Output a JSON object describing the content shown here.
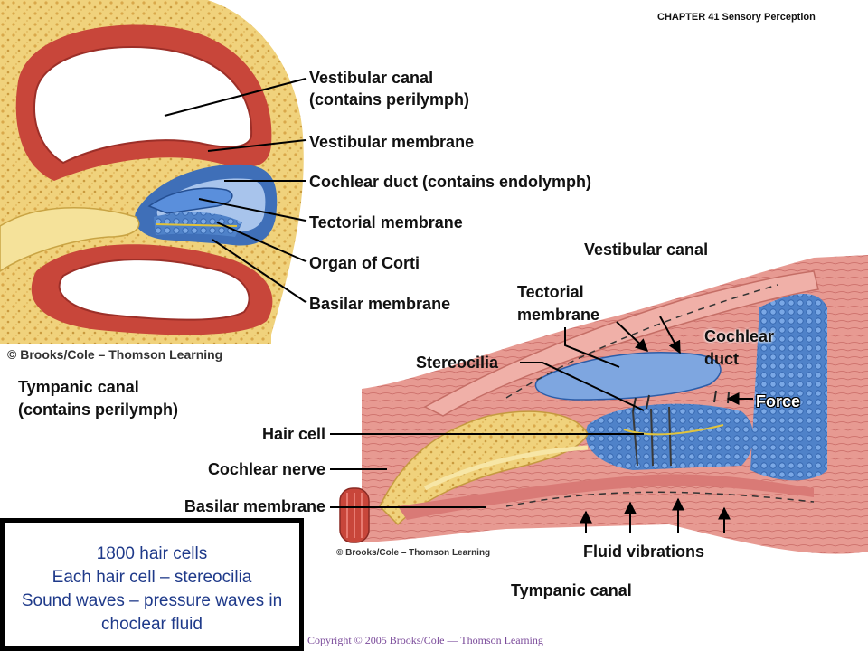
{
  "header": {
    "chapter": "CHAPTER 41 Sensory Perception"
  },
  "left_figure": {
    "labels": {
      "vestibular_canal_1": "Vestibular canal",
      "vestibular_canal_2": "(contains perilymph)",
      "vestibular_membrane": "Vestibular membrane",
      "cochlear_duct": "Cochlear duct (contains endolymph)",
      "tectorial_membrane": "Tectorial membrane",
      "organ_of_corti": "Organ of Corti",
      "basilar_membrane": "Basilar membrane",
      "tympanic_canal_1": "Tympanic canal",
      "tympanic_canal_2": "(contains perilymph)"
    },
    "credit": "© Brooks/Cole – Thomson Learning"
  },
  "right_figure": {
    "labels": {
      "vestibular_canal": "Vestibular canal",
      "tectorial_membrane_1": "Tectorial",
      "tectorial_membrane_2": "membrane",
      "cochlear_duct_1": "Cochlear",
      "cochlear_duct_2": "duct",
      "stereocilia": "Stereocilia",
      "force": "Force",
      "hair_cell": "Hair cell",
      "cochlear_nerve": "Cochlear nerve",
      "basilar_membrane": "Basilar membrane",
      "fluid_vibrations": "Fluid vibrations",
      "tympanic_canal": "Tympanic canal"
    },
    "credit": "© Brooks/Cole – Thomson Learning"
  },
  "note_box": {
    "lines": [
      "1800 hair cells",
      "Each hair cell – stereocilia",
      "Sound waves – pressure waves in",
      "choclear fluid"
    ]
  },
  "footer": {
    "copyright": "Copyright © 2005 Brooks/Cole — Thomson Learning"
  },
  "colors": {
    "bone": "#efd27a",
    "canal_red": "#c8463a",
    "duct_blue": "#5b8fd4",
    "tissue_pink": "#e89a9a",
    "note_text": "#1f3a8a"
  }
}
